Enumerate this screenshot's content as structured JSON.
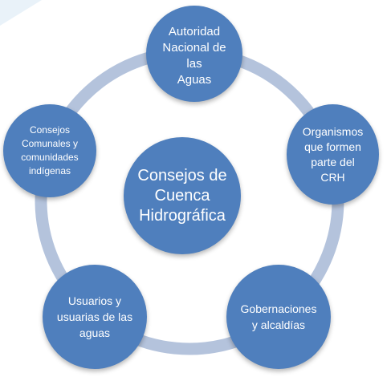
{
  "diagram": {
    "center": {
      "label": "Consejos de\nCuenca\nHidrográfica"
    },
    "nodes": [
      {
        "id": "ana",
        "label": "Autoridad\nNacional de\nlas\nAguas"
      },
      {
        "id": "crh",
        "label": "Organismos\nque formen\nparte del\nCRH"
      },
      {
        "id": "gob",
        "label": "Gobernaciones\ny alcaldías"
      },
      {
        "id": "usu",
        "label": "Usuarios y\nusuarias de las\naguas"
      },
      {
        "id": "cons",
        "label": "Consejos\nComunales y\ncomunidades\nindígenas"
      }
    ]
  },
  "colors": {
    "node_fill": "#4f7fbd",
    "ring_stroke": "#b4c3dc",
    "text": "#ffffff",
    "corner_accent": "#e9f2f9"
  }
}
